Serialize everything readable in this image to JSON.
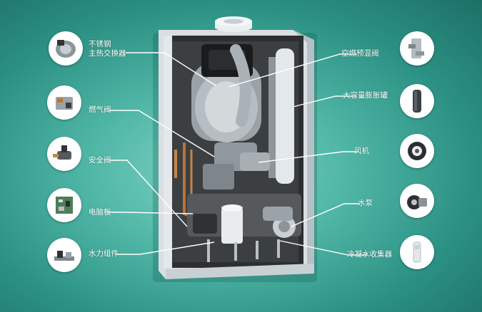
{
  "left_components": [
    {
      "label": "不锈钢\n主热交换器",
      "icon": "heat-exchanger-icon"
    },
    {
      "label": "燃气阀",
      "icon": "gas-valve-icon"
    },
    {
      "label": "安全阀",
      "icon": "safety-valve-icon"
    },
    {
      "label": "电脑板",
      "icon": "circuit-board-icon"
    },
    {
      "label": "水力组件",
      "icon": "hydraulic-assembly-icon"
    }
  ],
  "right_components": [
    {
      "label": "空燃预混阀",
      "icon": "premix-valve-icon"
    },
    {
      "label": "大容量膨胀罐",
      "icon": "expansion-tank-icon"
    },
    {
      "label": "风机",
      "icon": "fan-icon"
    },
    {
      "label": "水泵",
      "icon": "water-pump-icon"
    },
    {
      "label": "冷凝水收集器",
      "icon": "condensate-collector-icon"
    }
  ],
  "colors": {
    "background": "#3aa597",
    "leader_line": "#ffffff",
    "bubble": "#ffffff"
  }
}
